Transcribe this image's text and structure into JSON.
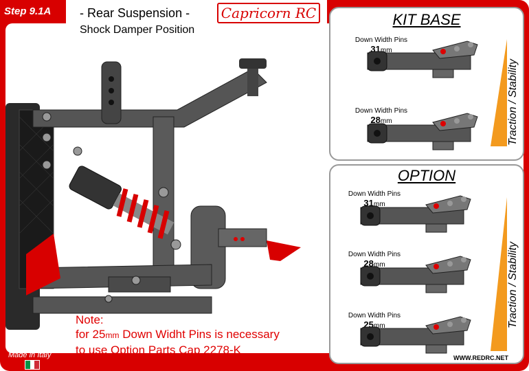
{
  "header": {
    "step": "Step 9.1A",
    "title": "- Rear Suspension -",
    "subtitle": "Shock Damper Position",
    "logo": "Capricorn RC"
  },
  "kit_base": {
    "title": "KIT BASE",
    "side_label": "Traction / Stability",
    "items": [
      {
        "label": "Down Width Pins",
        "size": "31",
        "unit": "mm"
      },
      {
        "label": "Down Width Pins",
        "size": "28",
        "unit": "mm"
      }
    ]
  },
  "option": {
    "title": "OPTION",
    "side_label": "Traction / Stability",
    "items": [
      {
        "label": "Down Width Pins",
        "size": "31",
        "unit": "mm"
      },
      {
        "label": "Down Width Pins",
        "size": "28",
        "unit": "mm"
      },
      {
        "label": "Down Width Pins",
        "size": "25",
        "unit": "mm"
      }
    ]
  },
  "note": {
    "title": "Note:",
    "line1_a": "for 25",
    "line1_unit": "mm",
    "line1_b": " Down Widht Pins is necessary",
    "line2": "to use Option Parts Cap 2278-K"
  },
  "footer": {
    "made_in": "Made in Italy",
    "website": "WWW.REDRC.NET"
  },
  "colors": {
    "accent": "#d80000",
    "triangle": "#f39a1e"
  }
}
